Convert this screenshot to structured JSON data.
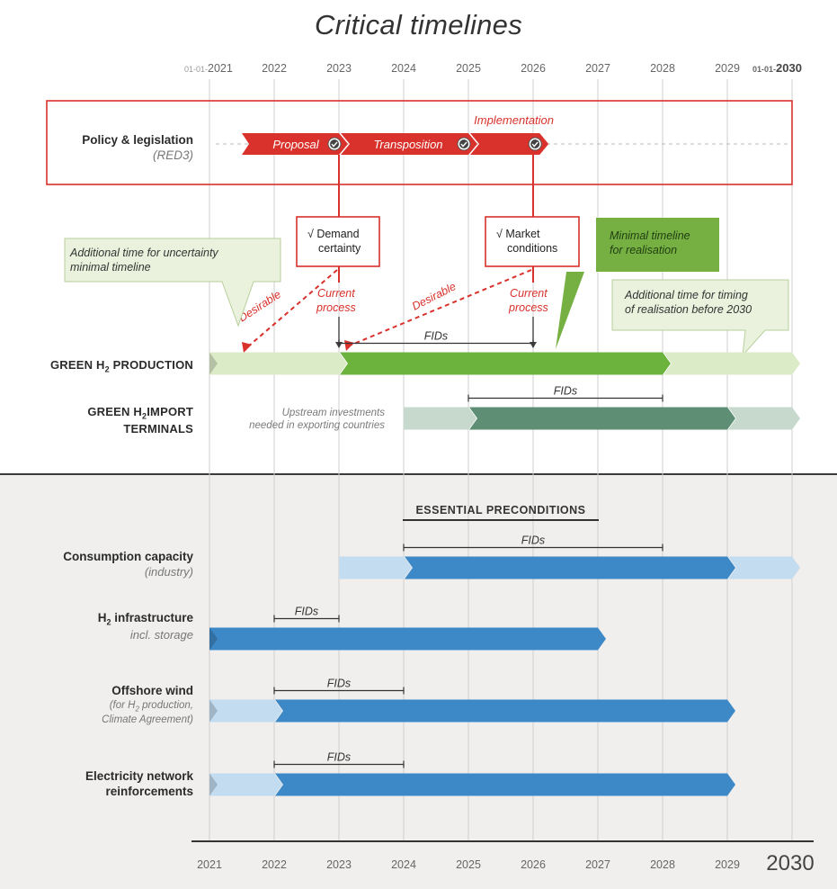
{
  "title": "Critical timelines",
  "top_axis": {
    "start_prefix": "01-01-",
    "start_year": "2021",
    "years": [
      "2022",
      "2023",
      "2024",
      "2025",
      "2026",
      "2027",
      "2028",
      "2029"
    ],
    "end_prefix": "01-01-",
    "end_year": "2030"
  },
  "bottom_axis": {
    "years": [
      "2021",
      "2022",
      "2023",
      "2024",
      "2025",
      "2026",
      "2027",
      "2028",
      "2029"
    ],
    "end_year": "2030"
  },
  "policy": {
    "title": "Policy & legislation",
    "subtitle": "(RED3)",
    "phases": [
      {
        "label": "Proposal",
        "start": 2021.5,
        "end": 2023.0
      },
      {
        "label": "Transposition",
        "start": 2023.0,
        "end": 2025.0
      },
      {
        "label": "Implementation",
        "start": 2025.0,
        "end": 2026.1
      }
    ]
  },
  "decision_boxes": [
    {
      "line1": "√ Demand",
      "line2": "certainty"
    },
    {
      "line1": "√ Market",
      "line2": "conditions"
    }
  ],
  "annotations": {
    "desirable": "Desirable",
    "current_process_line1": "Current",
    "current_process_line2": "process",
    "fids": "FIDs",
    "essential_preconditions": "ESSENTIAL PRECONDITIONS",
    "upstream_line1": "Upstream investments",
    "upstream_line2": "needed in exporting countries"
  },
  "callouts": {
    "left_line1": "Additional time for uncertainty",
    "left_line2": "minimal timeline",
    "center_line1": "Minimal timeline",
    "center_line2": "for realisation",
    "right_line1": "Additional time for timing",
    "right_line2": "of realisation before 2030"
  },
  "rows": [
    {
      "id": "green-h2-production",
      "line1": "GREEN H",
      "line1_sub": "2",
      "line1_rest": " PRODUCTION",
      "segments": [
        {
          "start": 2021.0,
          "end": 2023.0,
          "kind": "light-green"
        },
        {
          "start": 2023.0,
          "end": 2028.0,
          "kind": "green"
        },
        {
          "start": 2028.0,
          "end": 2030.0,
          "kind": "light-green"
        }
      ],
      "fids": {
        "start": 2023.0,
        "end": 2026.0
      }
    },
    {
      "id": "green-h2-import-terminals",
      "line1": "GREEN H",
      "line1_sub": "2",
      "line1_rest": "IMPORT",
      "line2": "TERMINALS",
      "segments": [
        {
          "start": 2024.0,
          "end": 2025.0,
          "kind": "light-teal"
        },
        {
          "start": 2025.0,
          "end": 2029.0,
          "kind": "teal"
        },
        {
          "start": 2029.0,
          "end": 2030.0,
          "kind": "light-teal"
        }
      ],
      "fids": {
        "start": 2025.0,
        "end": 2028.0
      }
    },
    {
      "id": "consumption-capacity",
      "line1": "Consumption capacity",
      "sub": "(industry)",
      "segments": [
        {
          "start": 2023.0,
          "end": 2024.0,
          "kind": "light-blue"
        },
        {
          "start": 2024.0,
          "end": 2029.0,
          "kind": "blue"
        },
        {
          "start": 2029.0,
          "end": 2030.0,
          "kind": "light-blue"
        }
      ],
      "fids": {
        "start": 2024.0,
        "end": 2028.0
      }
    },
    {
      "id": "h2-infrastructure",
      "line1": "H",
      "line1_sub": "2",
      "line1_rest": " infrastructure",
      "sub": "incl. storage",
      "segments": [
        {
          "start": 2021.0,
          "end": 2027.0,
          "kind": "blue"
        }
      ],
      "fids": {
        "start": 2022.0,
        "end": 2023.0
      }
    },
    {
      "id": "offshore-wind",
      "line1": "Offshore wind",
      "sub1": "(for H",
      "sub1_sub": "2",
      "sub1_rest": " production,",
      "sub2": "Climate Agreement)",
      "segments": [
        {
          "start": 2021.0,
          "end": 2022.0,
          "kind": "light-blue"
        },
        {
          "start": 2022.0,
          "end": 2029.0,
          "kind": "blue"
        }
      ],
      "fids": {
        "start": 2022.0,
        "end": 2024.0
      }
    },
    {
      "id": "electricity-network",
      "line1": "Electricity network",
      "line2": "reinforcements",
      "segments": [
        {
          "start": 2021.0,
          "end": 2022.0,
          "kind": "light-blue"
        },
        {
          "start": 2022.0,
          "end": 2029.0,
          "kind": "blue"
        }
      ],
      "fids": {
        "start": 2022.0,
        "end": 2024.0
      }
    }
  ],
  "colors": {
    "red": "#d9312b",
    "green": "#6cb33e",
    "light-green": "#dcebc7",
    "teal": "#5e8f74",
    "light-teal": "#c6d9cc",
    "blue": "#3d88c6",
    "light-blue": "#c3dcf0",
    "grid": "#cfcfcf"
  }
}
